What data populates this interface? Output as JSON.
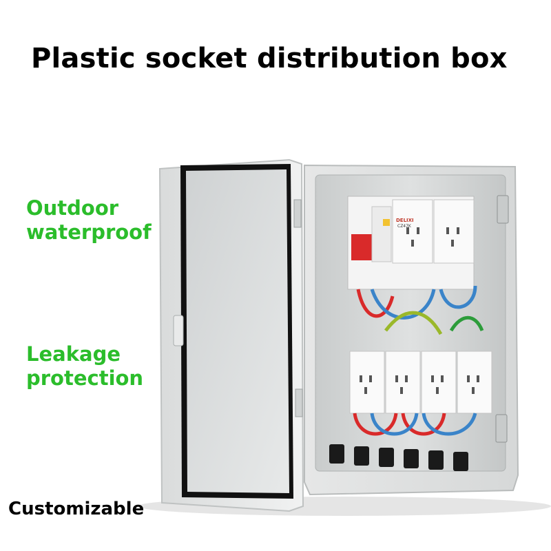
{
  "title": "Plastic socket distribution box",
  "features": [
    {
      "line1": "Outdoor",
      "line2": "waterproof"
    },
    {
      "line1": "Leakage",
      "line2": "protection"
    }
  ],
  "bottom_label": "Customizable",
  "brand_text": "DELIXI",
  "module_text": "CZ47K",
  "colors": {
    "accent_green": "#2bbd2b",
    "breaker_red": "#d92a2a",
    "box_grey": "#e4e6e6"
  }
}
